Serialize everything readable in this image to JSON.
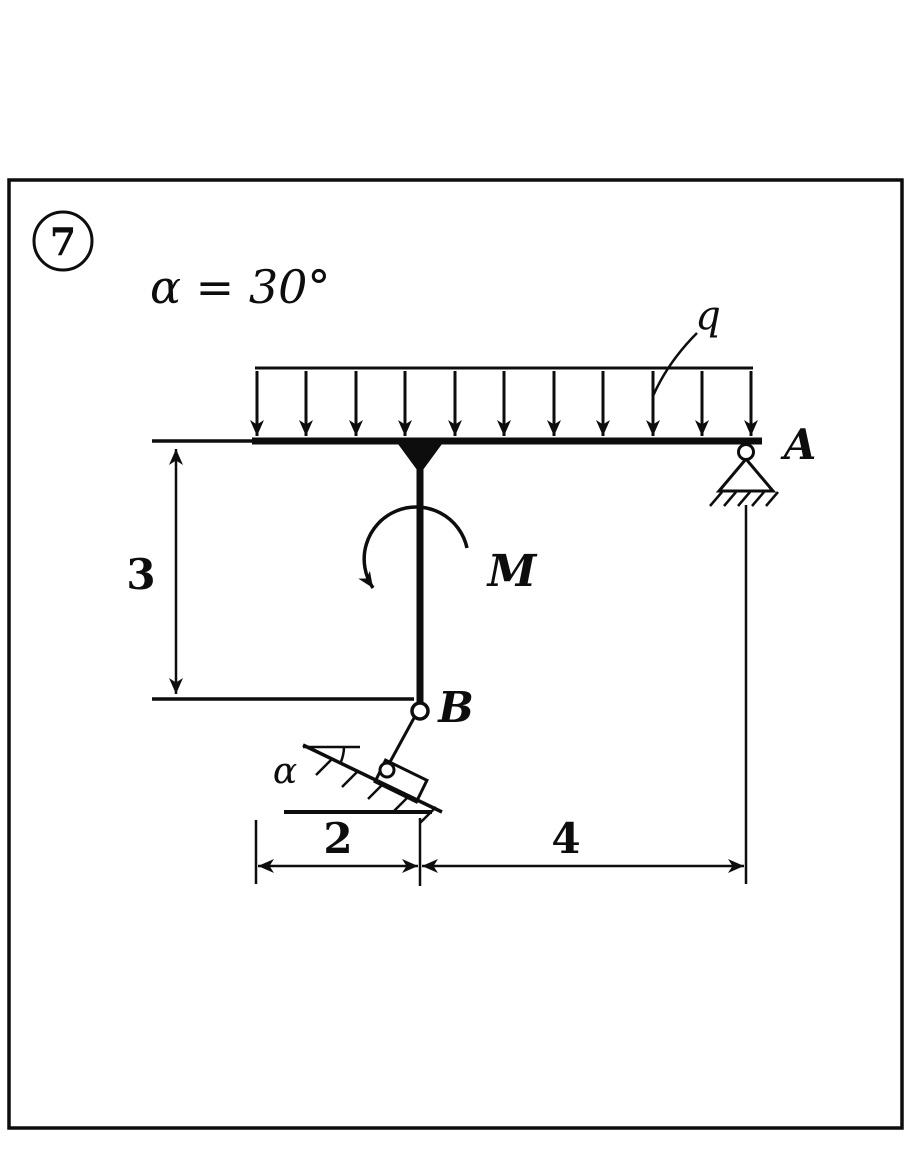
{
  "figure": {
    "number": "7",
    "given_angle": "α = 30°",
    "labels": {
      "distributed_load": "q",
      "support_a": "A",
      "moment": "M",
      "hinge_b": "B",
      "incline_angle": "α"
    },
    "dimensions": {
      "vertical": "3",
      "bottom_left": "2",
      "bottom_right": "4"
    }
  }
}
